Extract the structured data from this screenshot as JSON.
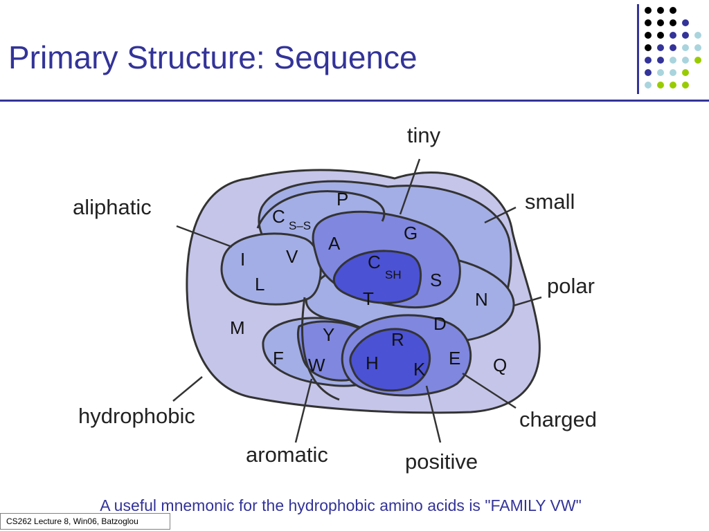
{
  "slide": {
    "title": "Primary Structure: Sequence",
    "mnemonic": "A useful mnemonic for the hydrophobic amino acids is \"FAMILY VW\"",
    "footer": "CS262 Lecture 8, Win06, Batzoglou"
  },
  "decor": {
    "dot_colors": {
      "black": "#000000",
      "indigo": "#333399",
      "lightblue": "#a9d4dd",
      "green": "#99cc00"
    }
  },
  "diagram": {
    "property_labels": {
      "tiny": "tiny",
      "small": "small",
      "aliphatic": "aliphatic",
      "polar": "polar",
      "hydrophobic": "hydrophobic",
      "charged": "charged",
      "aromatic": "aromatic",
      "positive": "positive"
    },
    "amino_acids": {
      "P": "P",
      "C_SS": "C",
      "C_SS_sub": "S–S",
      "A": "A",
      "G": "G",
      "I": "I",
      "V": "V",
      "L": "L",
      "C_SH": "C",
      "C_SH_sub": "SH",
      "S": "S",
      "T": "T",
      "N": "N",
      "M": "M",
      "D": "D",
      "Y": "Y",
      "R": "R",
      "F": "F",
      "W": "W",
      "H": "H",
      "E": "E",
      "K": "K",
      "Q": "Q"
    },
    "colors": {
      "background_set": "#c5c5ea",
      "light_region": "#a3aee6",
      "mid_region": "#7f87df",
      "dark_region": "#4b52d4",
      "outline": "#333333"
    }
  }
}
